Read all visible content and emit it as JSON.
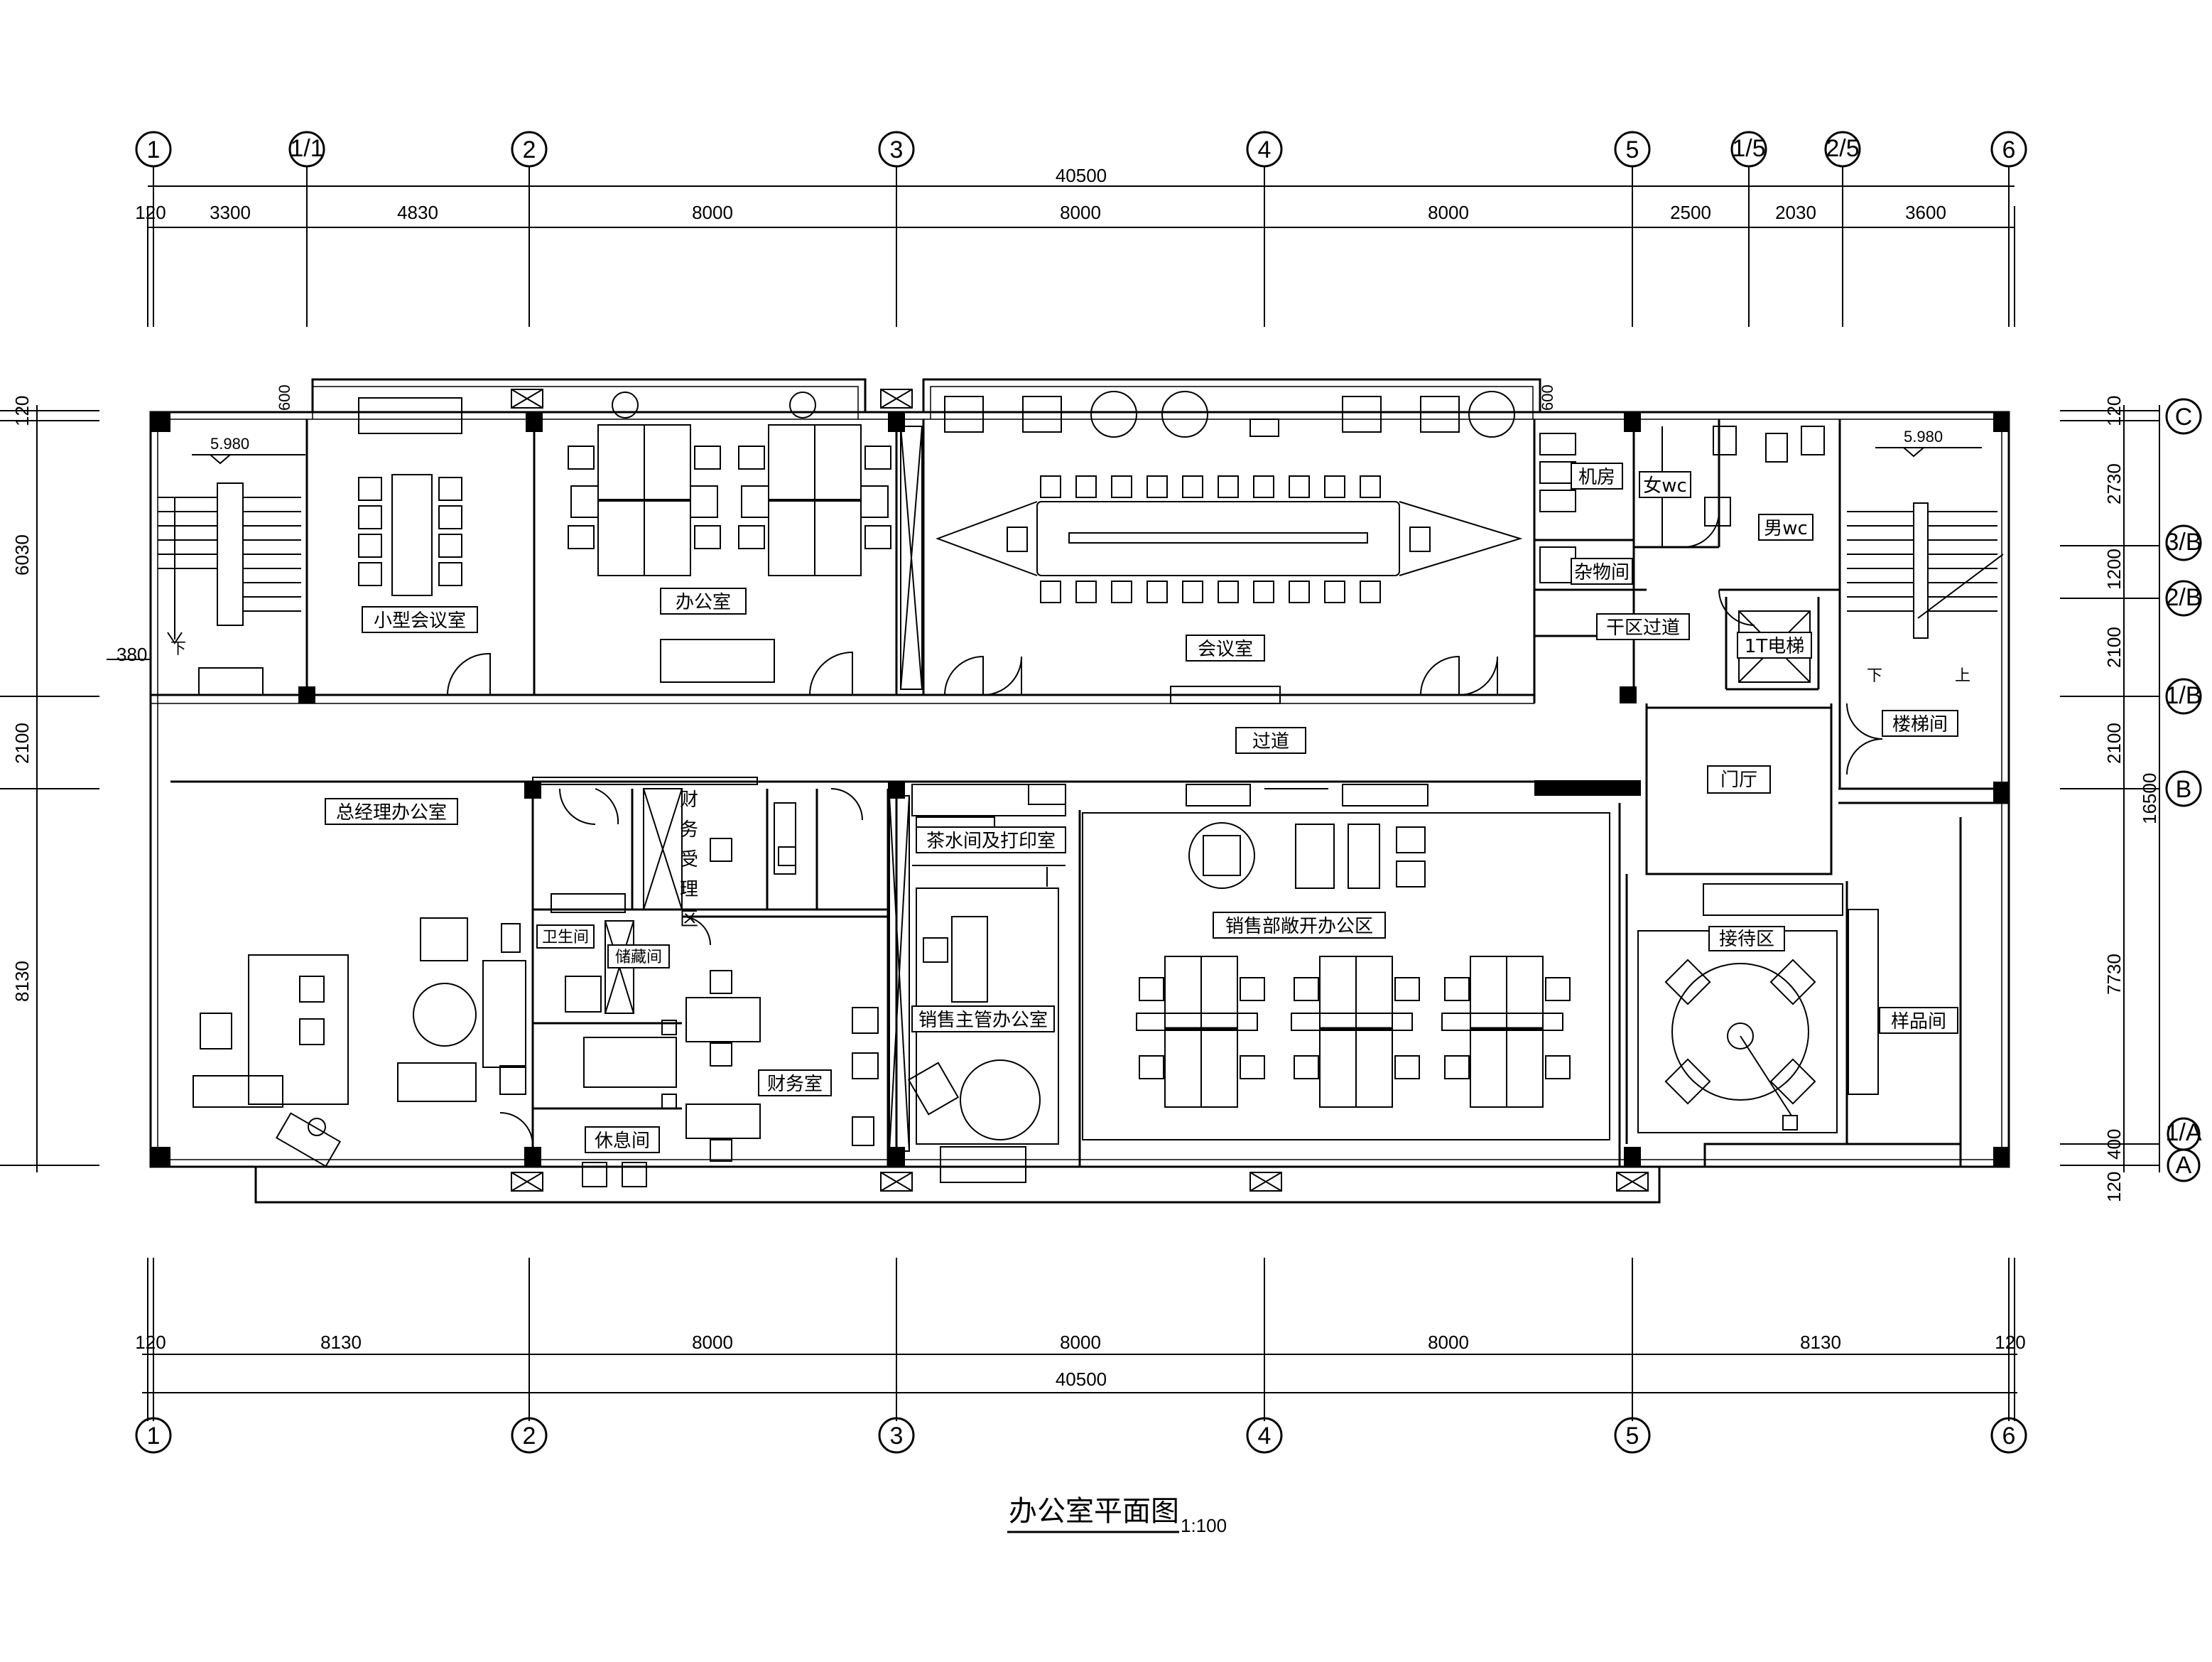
{
  "drawing": {
    "title": "办公室平面图",
    "scale": "1:100"
  },
  "axes": {
    "top": [
      "1",
      "1/1",
      "2",
      "3",
      "4",
      "5",
      "1/5",
      "2/5",
      "6"
    ],
    "bottom": [
      "1",
      "2",
      "3",
      "4",
      "5",
      "6"
    ],
    "right": [
      "C",
      "3/B",
      "2/B",
      "1/B",
      "B",
      "1/A",
      "A"
    ]
  },
  "dimensions": {
    "top_total": "40500",
    "top_segments": [
      "120",
      "3300",
      "4830",
      "8000",
      "8000",
      "8000",
      "2500",
      "2030",
      "3600"
    ],
    "bottom_segments": [
      "120",
      "8130",
      "8000",
      "8000",
      "8000",
      "8130",
      "120"
    ],
    "bottom_total": "40500",
    "left": [
      "120",
      "6030",
      "2100",
      "8130"
    ],
    "left_note": "380",
    "right": [
      "120",
      "2730",
      "1200",
      "2100",
      "2100",
      "7730",
      "400",
      "120"
    ],
    "right_total": "16500",
    "level_left": "5.980",
    "level_right": "5.980",
    "wall_marks": [
      "600",
      "600"
    ]
  },
  "rooms": {
    "small_meeting": "小型会议室",
    "office": "办公室",
    "meeting": "会议室",
    "machine_room": "机房",
    "women_wc": "女wc",
    "men_wc": "男wc",
    "storage": "杂物间",
    "dry_passage": "干区过道",
    "elevator": "1T电梯",
    "corridor": "过道",
    "stairs": "楼梯间",
    "gm_office": "总经理办公室",
    "finance_accept_1": "财",
    "finance_accept_2": "务",
    "finance_accept_3": "受",
    "finance_accept_4": "理",
    "finance_accept_5": "区",
    "tea_print": "茶水间及打印室",
    "lobby": "门厅",
    "sales_open": "销售部敞开办公区",
    "reception": "接待区",
    "sample": "样品间",
    "bathroom": "卫生间",
    "changing": "储藏间",
    "rest": "休息间",
    "finance": "财务室",
    "sales_manager": "销售主管办公室",
    "stair_down_left": "下",
    "stair_down_right": "下",
    "stair_up_right": "上"
  }
}
